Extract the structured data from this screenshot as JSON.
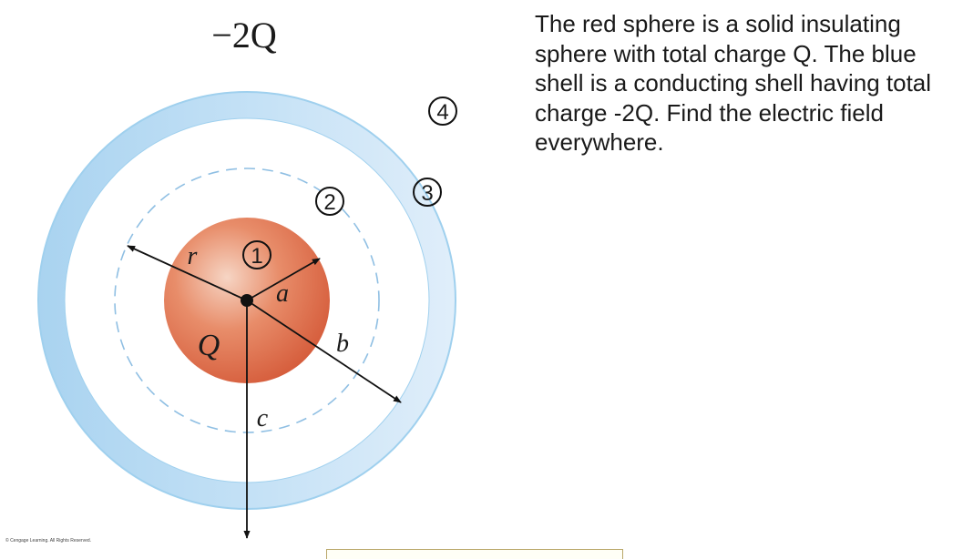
{
  "figure": {
    "shell_charge_label": "−2Q",
    "sphere_charge_label": "Q",
    "radius_labels": {
      "r": "r",
      "a": "a",
      "b": "b",
      "c": "c"
    },
    "regions": [
      "1",
      "2",
      "3",
      "4"
    ],
    "colors": {
      "sphere_center": "#f6d5c4",
      "sphere_mid": "#e88d6a",
      "sphere_edge": "#d55b3a",
      "shell_dark": "#a9d3f0",
      "shell_light": "#e0eefa",
      "shell_edge": "#9fd0ee",
      "gaussian_circle": "#8fbfe3"
    }
  },
  "problem_text": "The  red sphere is a solid insulating sphere with total charge Q.  The blue shell is a conducting shell having total charge -2Q.  Find the electric field everywhere.",
  "copyright": "© Cengage Learning. All Rights Reserved."
}
